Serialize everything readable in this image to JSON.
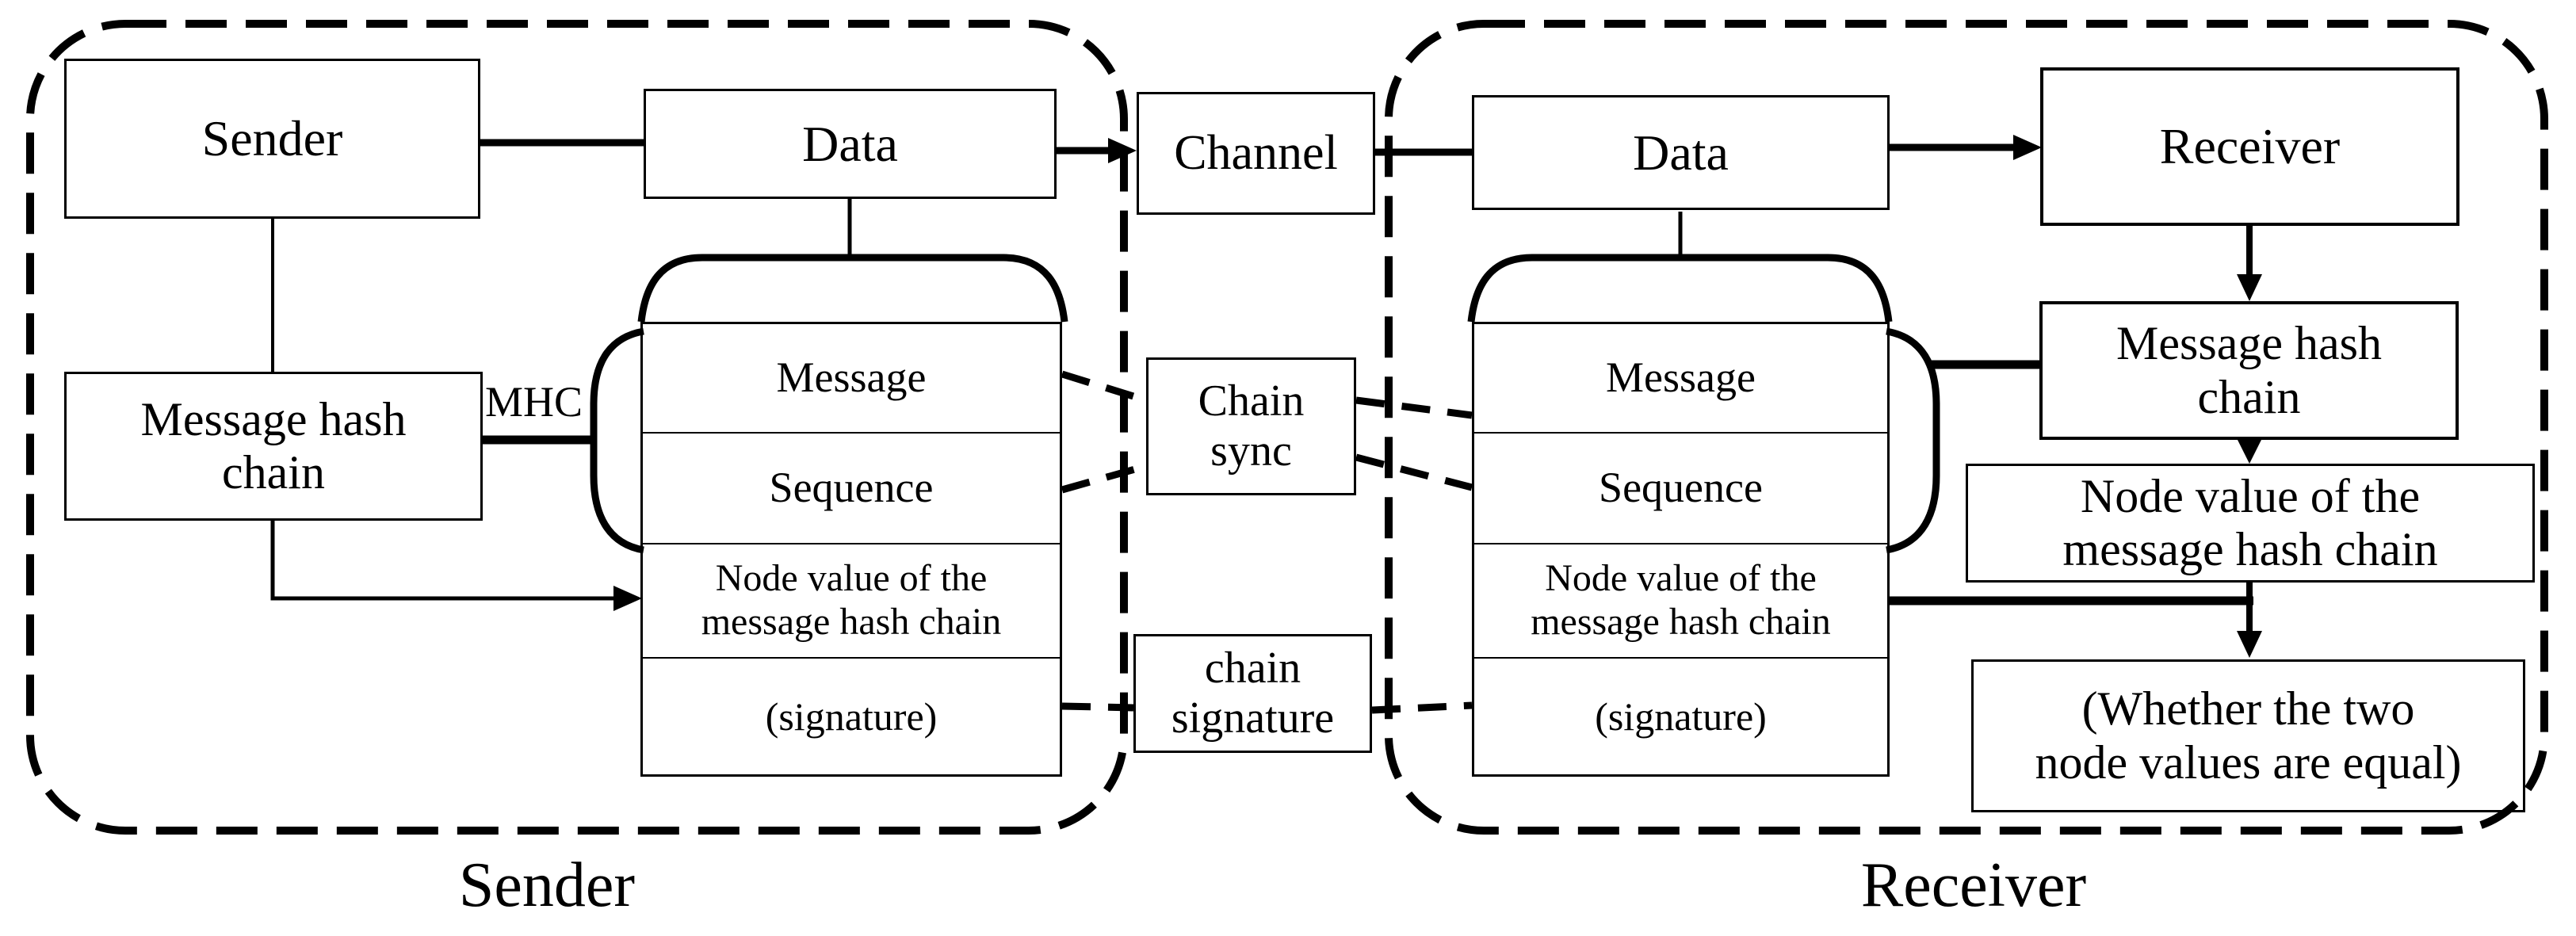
{
  "colors": {
    "ink": "#000000",
    "background": "#ffffff"
  },
  "sender_group": {
    "label": "Sender",
    "sender_box": "Sender",
    "data_box": "Data",
    "mhc_box": "Message hash\nchain",
    "mhc_tag": "MHC",
    "packet": {
      "rows": [
        {
          "label": "Message"
        },
        {
          "label": "Sequence"
        },
        {
          "label": "Node value  of the\nmessage hash chain"
        },
        {
          "label": "(signature)"
        }
      ]
    }
  },
  "middle": {
    "channel_box": "Channel",
    "chain_sync_box": "Chain\nsync",
    "chain_signature_box": "chain\nsignature"
  },
  "receiver_group": {
    "label": "Receiver",
    "data_box": "Data",
    "receiver_box": "Receiver",
    "mhc_box": "Message hash\nchain",
    "node_value_box": "Node value of the\nmessage hash chain",
    "compare_box": "(Whether the two\nnode values are equal)",
    "packet": {
      "rows": [
        {
          "label": "Message"
        },
        {
          "label": "Sequence"
        },
        {
          "label": "Node value  of the\nmessage hash chain"
        },
        {
          "label": "(signature)"
        }
      ]
    }
  }
}
